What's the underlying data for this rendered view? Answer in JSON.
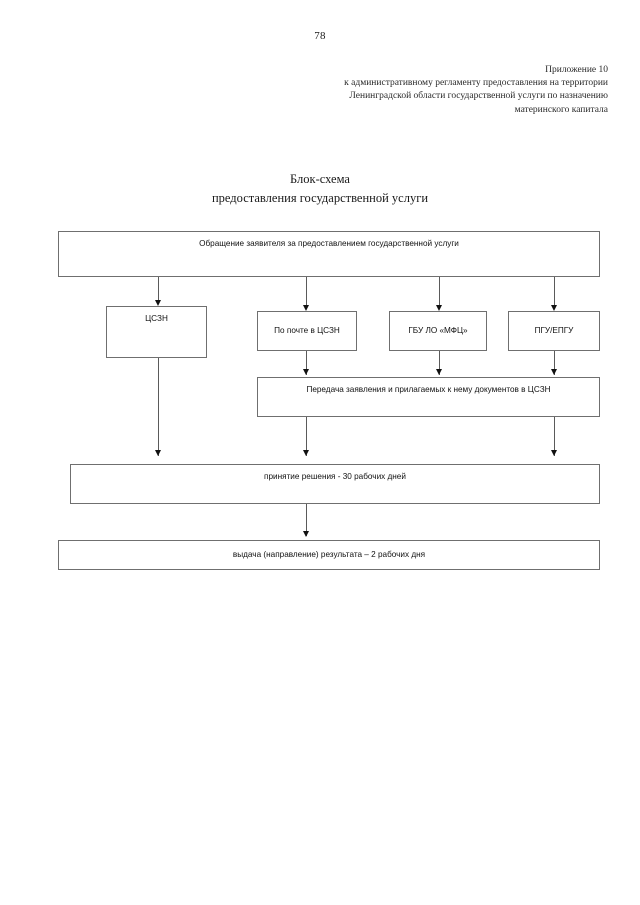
{
  "document": {
    "page_number": "78",
    "appendix": [
      "Приложение 10",
      "к  административному регламенту предоставления на территории",
      "Ленинградской области государственной услуги по  назначению",
      "материнского капитала"
    ],
    "title_lines": [
      "Блок-схема",
      "предоставления государственной услуги"
    ]
  },
  "chart_data": {
    "type": "diagram",
    "title": "Блок-схема предоставления государственной услуги",
    "nodes": [
      {
        "id": "request",
        "label": "Обращение заявителя за предоставлением государственной услуги"
      },
      {
        "id": "cszn",
        "label": "ЦСЗН"
      },
      {
        "id": "post",
        "label": "По почте в ЦСЗН"
      },
      {
        "id": "mfc",
        "label": "ГБУ ЛО «МФЦ»"
      },
      {
        "id": "pgu",
        "label": "ПГУ/ЕПГУ"
      },
      {
        "id": "transfer",
        "label": "Передача заявления и прилагаемых к нему документов в ЦСЗН"
      },
      {
        "id": "decision",
        "label": "принятие  решения - 30 рабочих дней"
      },
      {
        "id": "result",
        "label": "выдача (направление) результата – 2 рабочих дня"
      }
    ],
    "edges": [
      {
        "from": "request",
        "to": "cszn"
      },
      {
        "from": "request",
        "to": "post"
      },
      {
        "from": "request",
        "to": "mfc"
      },
      {
        "from": "request",
        "to": "pgu"
      },
      {
        "from": "post",
        "to": "transfer"
      },
      {
        "from": "mfc",
        "to": "transfer"
      },
      {
        "from": "pgu",
        "to": "transfer"
      },
      {
        "from": "cszn",
        "to": "decision"
      },
      {
        "from": "transfer",
        "to": "decision"
      },
      {
        "from": "decision",
        "to": "result"
      }
    ],
    "colors": {
      "box_border": "#6f6f6f",
      "connector": "#5a5a5a",
      "text": "#111111",
      "background": "#ffffff"
    }
  }
}
